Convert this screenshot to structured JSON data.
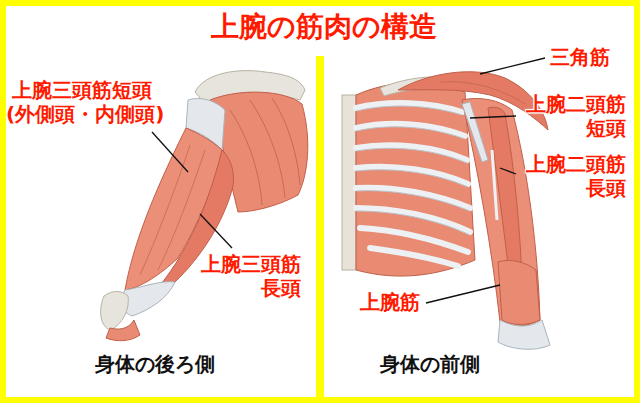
{
  "diagram": {
    "title": "上腕の筋肉の構造",
    "labels": [
      "上腕三頭筋短頭",
      "(外側頭・内側頭)",
      "上腕三頭筋 長頭",
      "三角筋",
      "上腕二頭筋 短頭",
      "上腕二頭筋 長頭",
      "上腕筋",
      "身体の後ろ側",
      "身体の前側"
    ]
  }
}
